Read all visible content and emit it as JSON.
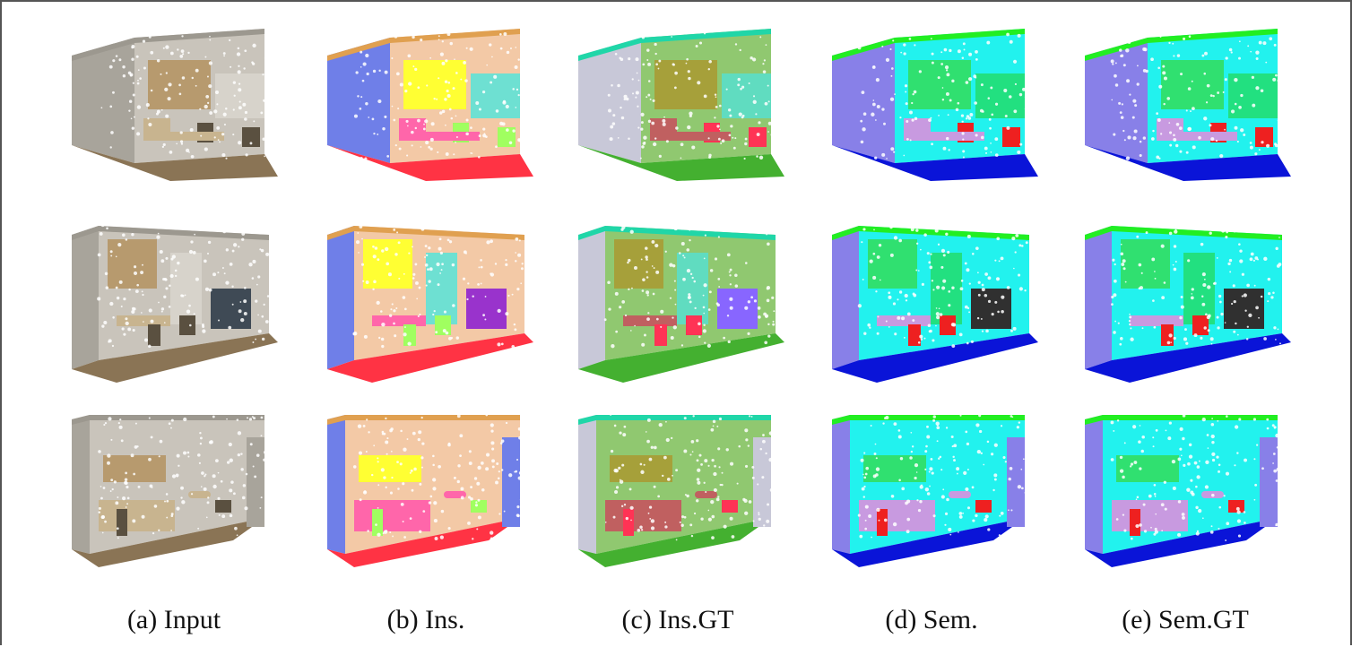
{
  "figure": {
    "columns": [
      {
        "id": "input",
        "caption": "(a) Input"
      },
      {
        "id": "ins",
        "caption": "(b) Ins."
      },
      {
        "id": "insgt",
        "caption": "(c) Ins.GT"
      },
      {
        "id": "sem",
        "caption": "(d) Sem."
      },
      {
        "id": "semgt",
        "caption": "(e) Sem.GT"
      }
    ],
    "rows": 3,
    "palettes": {
      "input": {
        "wall": "#c9c4bb",
        "back": "#d7d3cb",
        "left": "#a8a49b",
        "floor": "#8a7455",
        "shelf": "#b79a6e",
        "ceiling": "#9c988f",
        "obj1": "#5a5040",
        "obj2": "#c8b48f",
        "obj3": "#3f4a55"
      },
      "ins": {
        "wall": "#f3c9a6",
        "back": "#6ee0d2",
        "left": "#6f7fe8",
        "floor": "#ff3344",
        "shelf": "#ffff33",
        "ceiling": "#e0a050",
        "obj1": "#a0ff60",
        "obj2": "#ff66aa",
        "obj3": "#9933cc"
      },
      "insgt": {
        "wall": "#90c870",
        "back": "#60dcc0",
        "left": "#c8c8d8",
        "floor": "#44b030",
        "shelf": "#a6a03a",
        "ceiling": "#20d6a8",
        "obj1": "#ff3355",
        "obj2": "#c06060",
        "obj3": "#8866ff"
      },
      "sem": {
        "wall": "#22f2ee",
        "back": "#22e080",
        "left": "#8880e8",
        "floor": "#0a14d8",
        "shelf": "#30e070",
        "ceiling": "#22ee22",
        "obj1": "#ee2020",
        "obj2": "#c89ae0",
        "obj3": "#303030"
      },
      "semgt": {
        "wall": "#22f2ee",
        "back": "#22e080",
        "left": "#8880e8",
        "floor": "#0a14d8",
        "shelf": "#30e070",
        "ceiling": "#22ee22",
        "obj1": "#ee2020",
        "obj2": "#c89ae0",
        "obj3": "#303030"
      }
    }
  }
}
